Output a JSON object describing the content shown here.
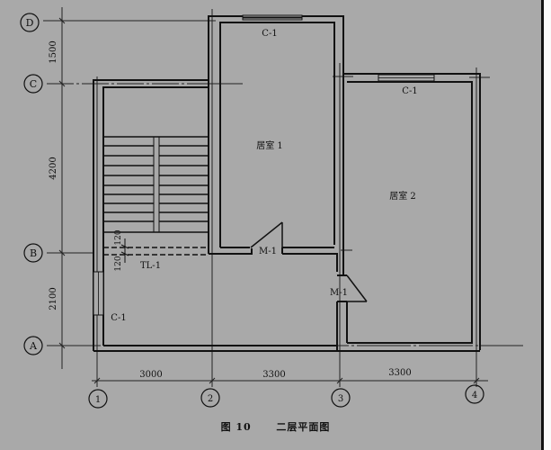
{
  "drawing": {
    "title": "二层平面图",
    "figure_number": "图 10",
    "axes_letters": [
      {
        "id": "D",
        "label": "D"
      },
      {
        "id": "C",
        "label": "C"
      },
      {
        "id": "B",
        "label": "B"
      },
      {
        "id": "A",
        "label": "A"
      }
    ],
    "axes_numbers": [
      {
        "id": "1",
        "label": "1"
      },
      {
        "id": "2",
        "label": "2"
      },
      {
        "id": "3",
        "label": "3"
      },
      {
        "id": "4",
        "label": "4"
      }
    ],
    "vertical_dimensions": [
      {
        "between": "D-C",
        "value": "1500"
      },
      {
        "between": "C-B",
        "value": "4200"
      },
      {
        "between": "B-A",
        "value": "2100"
      }
    ],
    "horizontal_dimensions": [
      {
        "between": "1-2",
        "value": "3000"
      },
      {
        "between": "2-3",
        "value": "3300"
      },
      {
        "between": "3-4",
        "value": "3300"
      }
    ],
    "rooms": [
      {
        "name": "居室 1"
      },
      {
        "name": "居室 2"
      }
    ],
    "windows": [
      {
        "label": "C-1",
        "location": "bedroom1-north"
      },
      {
        "label": "C-1",
        "location": "bedroom2-north"
      },
      {
        "label": "C-1",
        "location": "stair-west"
      }
    ],
    "doors": [
      {
        "label": "M-1",
        "location": "bedroom1"
      },
      {
        "label": "M-1",
        "location": "bedroom2"
      }
    ],
    "stair": {
      "beam_label": "TL-1",
      "beam_dim_top": "120",
      "beam_dim_bottom": "120"
    }
  }
}
